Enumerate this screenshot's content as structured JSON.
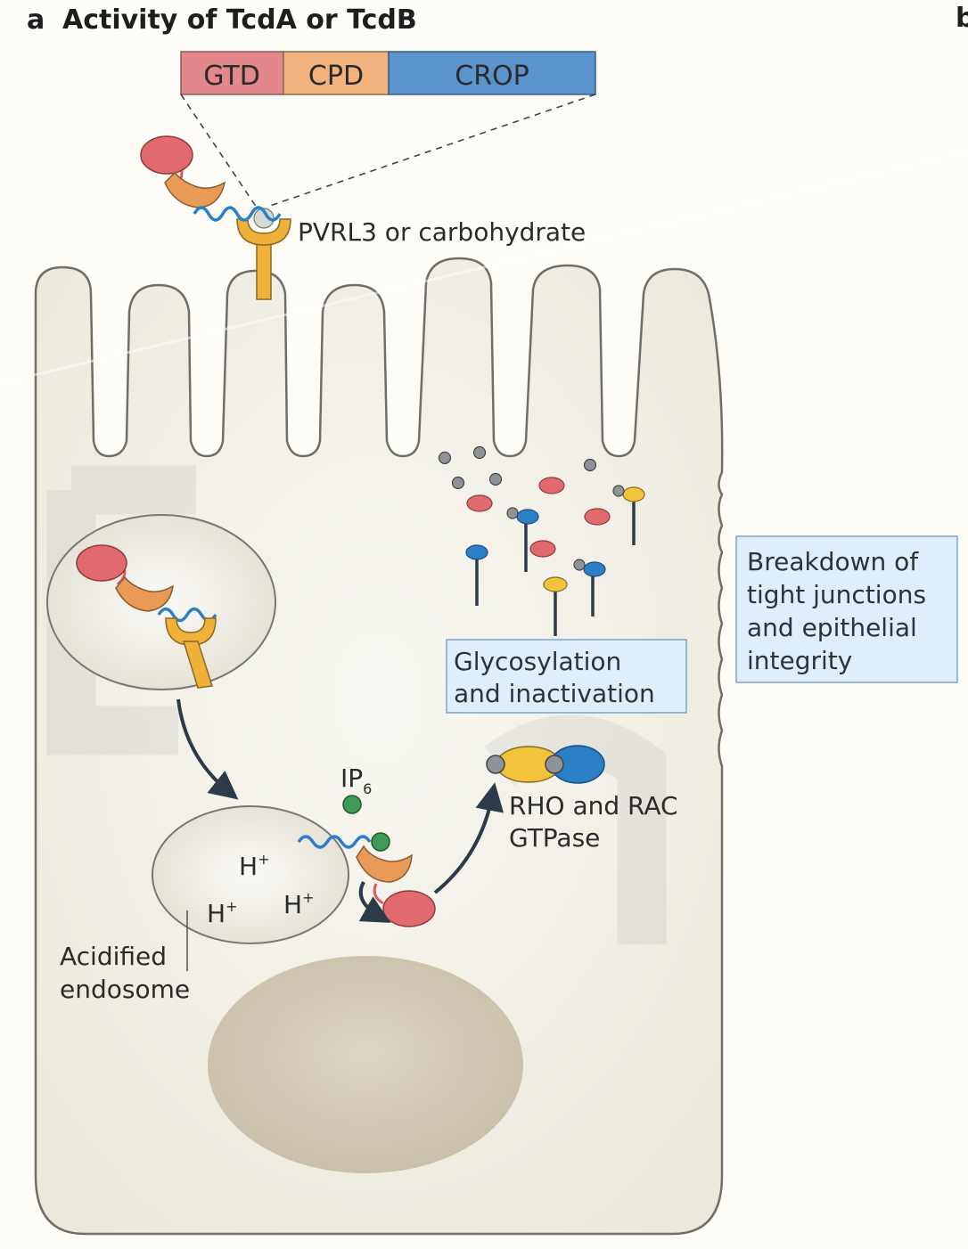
{
  "panel": {
    "letter": "a",
    "title": "Activity of TcdA or TcdB",
    "next_panel_letter": "b"
  },
  "domains": [
    {
      "label": "GTD",
      "color": "#e3888a"
    },
    {
      "label": "CPD",
      "color": "#f2b27d"
    },
    {
      "label": "CROP",
      "color": "#5b93cc"
    }
  ],
  "labels": {
    "receptor": "PVRL3 or carbohydrate",
    "glycosylation": [
      "Glycosylation",
      "and inactivation"
    ],
    "breakdown": [
      "Breakdown of",
      "tight junctions",
      "and epithelial",
      "integrity"
    ],
    "ip6_main": "IP",
    "ip6_sub": "6",
    "proton": "H",
    "proton_sup": "+",
    "gtpase": [
      "RHO and RAC",
      "GTPase"
    ],
    "endosome": [
      "Acidified",
      "endosome"
    ]
  },
  "colors": {
    "gtd": "#e06a6e",
    "cpd": "#e99a57",
    "crop": "#2b7fc7",
    "receptor": "#f0b13a",
    "ip6": "#3f9a57",
    "cell_fill": "#efede3",
    "cell_stroke": "#6f6e68",
    "label_box": "#dfeefa",
    "label_box_stroke": "#7aa6c9",
    "arrow": "#2d3a47",
    "nucleus": "#cfc7b2"
  }
}
